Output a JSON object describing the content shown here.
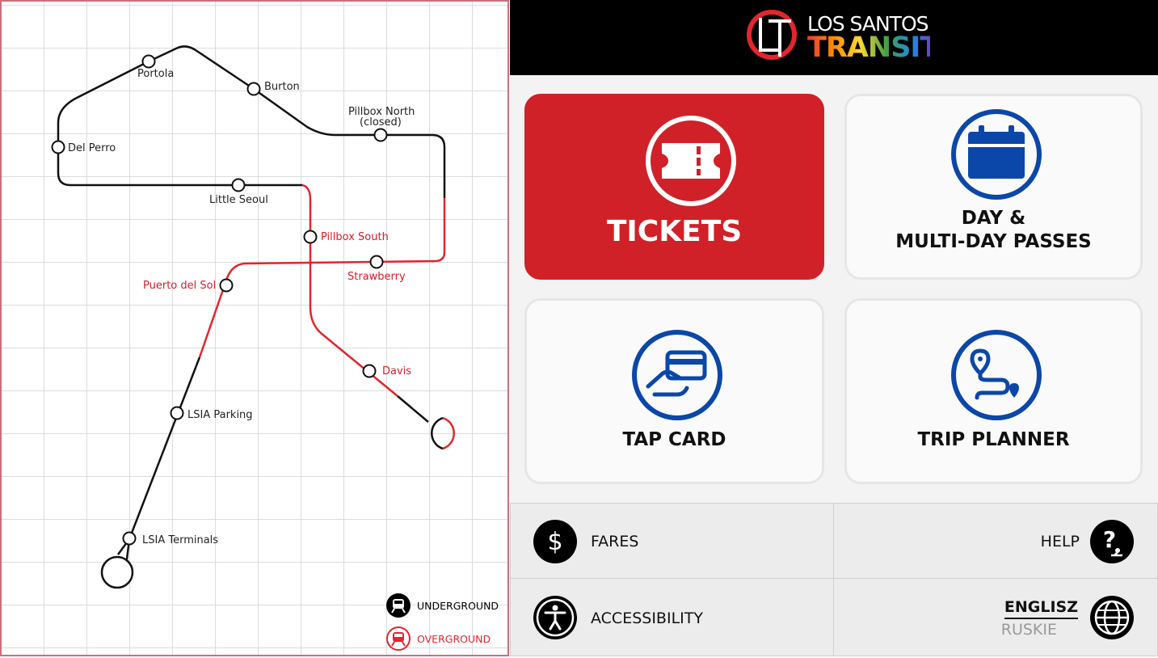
{
  "map": {
    "stations": [
      {
        "name": "Portola",
        "line": "black"
      },
      {
        "name": "Burton",
        "line": "black"
      },
      {
        "name": "Pillbox North",
        "sub": "(closed)",
        "line": "black"
      },
      {
        "name": "Del Perro",
        "line": "black"
      },
      {
        "name": "Little Seoul",
        "line": "black"
      },
      {
        "name": "Pillbox South",
        "line": "red"
      },
      {
        "name": "Strawberry",
        "line": "red"
      },
      {
        "name": "Puerto del Sol",
        "line": "red"
      },
      {
        "name": "Davis",
        "line": "red"
      },
      {
        "name": "LSIA Parking",
        "line": "black"
      },
      {
        "name": "LSIA Terminals",
        "line": "black"
      }
    ],
    "legend": {
      "underground": "UNDERGROUND",
      "overground": "OVERGROUND",
      "underground_color": "#000000",
      "overground_color": "#e0262e"
    }
  },
  "kiosk": {
    "brand": {
      "line1": "LOS SANTOS",
      "line2": "TRANSIT"
    },
    "tiles": {
      "tickets": "TICKETS",
      "passes": "DAY &\nMULTI-DAY PASSES",
      "tap_card": "TAP CARD",
      "trip_planner": "TRIP PLANNER"
    },
    "bottom": {
      "fares": "FARES",
      "help": "HELP",
      "accessibility": "ACCESSIBILITY",
      "lang_selected": "ENGLISZ",
      "lang_other": "RUSKIE"
    },
    "colors": {
      "primary_red": "#d12128",
      "icon_blue": "#0b47a8"
    },
    "icons": [
      "ticket-icon",
      "calendar-icon",
      "tap-card-icon",
      "route-pin-icon",
      "dollar-icon",
      "help-icon",
      "accessibility-icon",
      "globe-icon"
    ]
  }
}
